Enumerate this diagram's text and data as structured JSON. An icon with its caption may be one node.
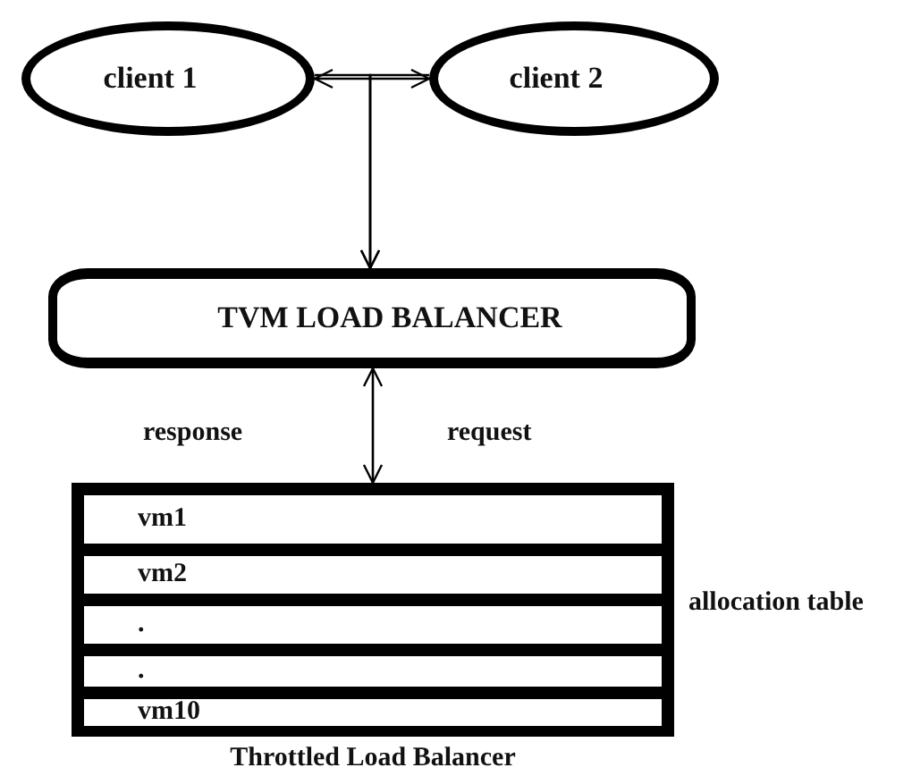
{
  "diagram": {
    "nodes": [
      {
        "text": [
          "client 1"
        ]
      },
      {
        "text": [
          "client 2"
        ]
      },
      {
        "text": [
          "TVM LOAD BALANCER"
        ]
      },
      {
        "text": [
          "Throttled Load Balancer"
        ],
        "beside": [
          "allocation table"
        ]
      },
      {
        "text": [
          "vm1"
        ],
        "in": 3
      },
      {
        "text": [
          "vm2"
        ],
        "in": 3
      },
      {
        "text": [
          "."
        ],
        "in": 3
      },
      {
        "text": [
          "."
        ],
        "in": 3
      },
      {
        "text": [
          "vm10"
        ],
        "in": 3
      }
    ],
    "edges": [
      {
        "from": 0,
        "to": 1,
        "arrow": "both"
      },
      {
        "from": 0,
        "to": 2,
        "arrow": "to"
      },
      {
        "from": 1,
        "to": 2,
        "arrow": "to"
      },
      {
        "from": 2,
        "to": 3,
        "arrow": "both"
      }
    ],
    "labels": [
      "response",
      "request"
    ]
  }
}
